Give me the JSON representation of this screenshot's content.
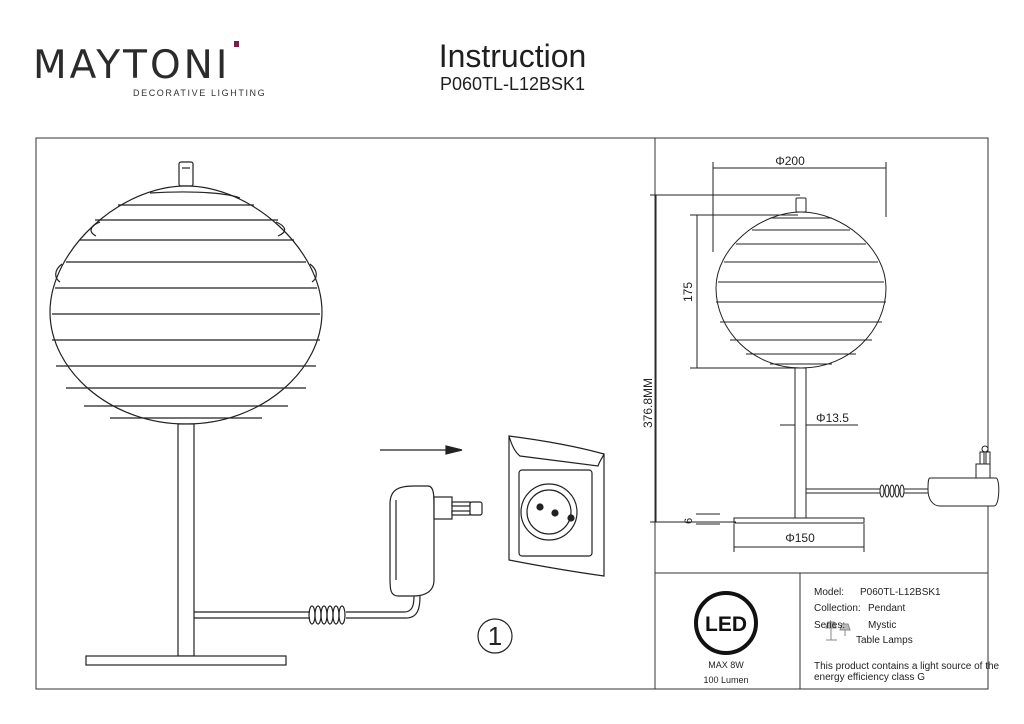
{
  "brand": {
    "before_accent": "MAYTON",
    "accent_letter": "I",
    "tagline": "DECORATIVE LIGHTING",
    "accent_color": "#7a1e4a"
  },
  "header": {
    "title": "Instruction",
    "model_code": "P060TL-L12BSK1"
  },
  "step": {
    "number": "1"
  },
  "dimensions": {
    "shade_diameter": "Φ200",
    "shade_height": "175",
    "total_height": "376.8MM",
    "stem_diameter": "Φ13.5",
    "base_height": "6",
    "base_diameter": "Φ150"
  },
  "led_badge": {
    "icon_text": "LED",
    "power": "MAX 8W",
    "lumen": "100 Lumen"
  },
  "specs": {
    "model_label": "Model:",
    "model_value": "P060TL-L12BSK1",
    "collection_label": "Collection:",
    "collection_value": "Pendant",
    "series_label": "Series:",
    "series_value": "Mystic",
    "type_value": "Table Lamps",
    "energy_note_line1": "This product contains a light source of the",
    "energy_note_line2": "energy efficiency class G"
  }
}
